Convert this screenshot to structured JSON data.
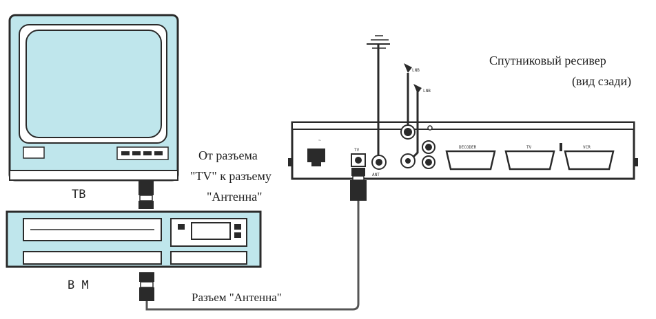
{
  "labels": {
    "tv": "ТВ",
    "vcr": "В М",
    "receiver_title_line1": "Спутниковый ресивер",
    "receiver_title_line2": "(вид сзади)",
    "connection_note_line1": "От разъема",
    "connection_note_line2": "\"TV\" к разъему",
    "connection_note_line3": "\"Антенна\"",
    "antenna_jack_note": "Разъем \"Антенна\""
  },
  "receiver_panel": {
    "lnb1_label": "LNB",
    "lnb2_label": "LNB",
    "rf_out_label": "TV",
    "ant_in_label": "ANT",
    "scart_labels": [
      "DECODER",
      "TV",
      "VCR"
    ]
  },
  "colors": {
    "screen": "#bfe6ec",
    "body_fill": "#bfe6ec",
    "outline": "#2a2a2a",
    "cable": "#555555"
  }
}
